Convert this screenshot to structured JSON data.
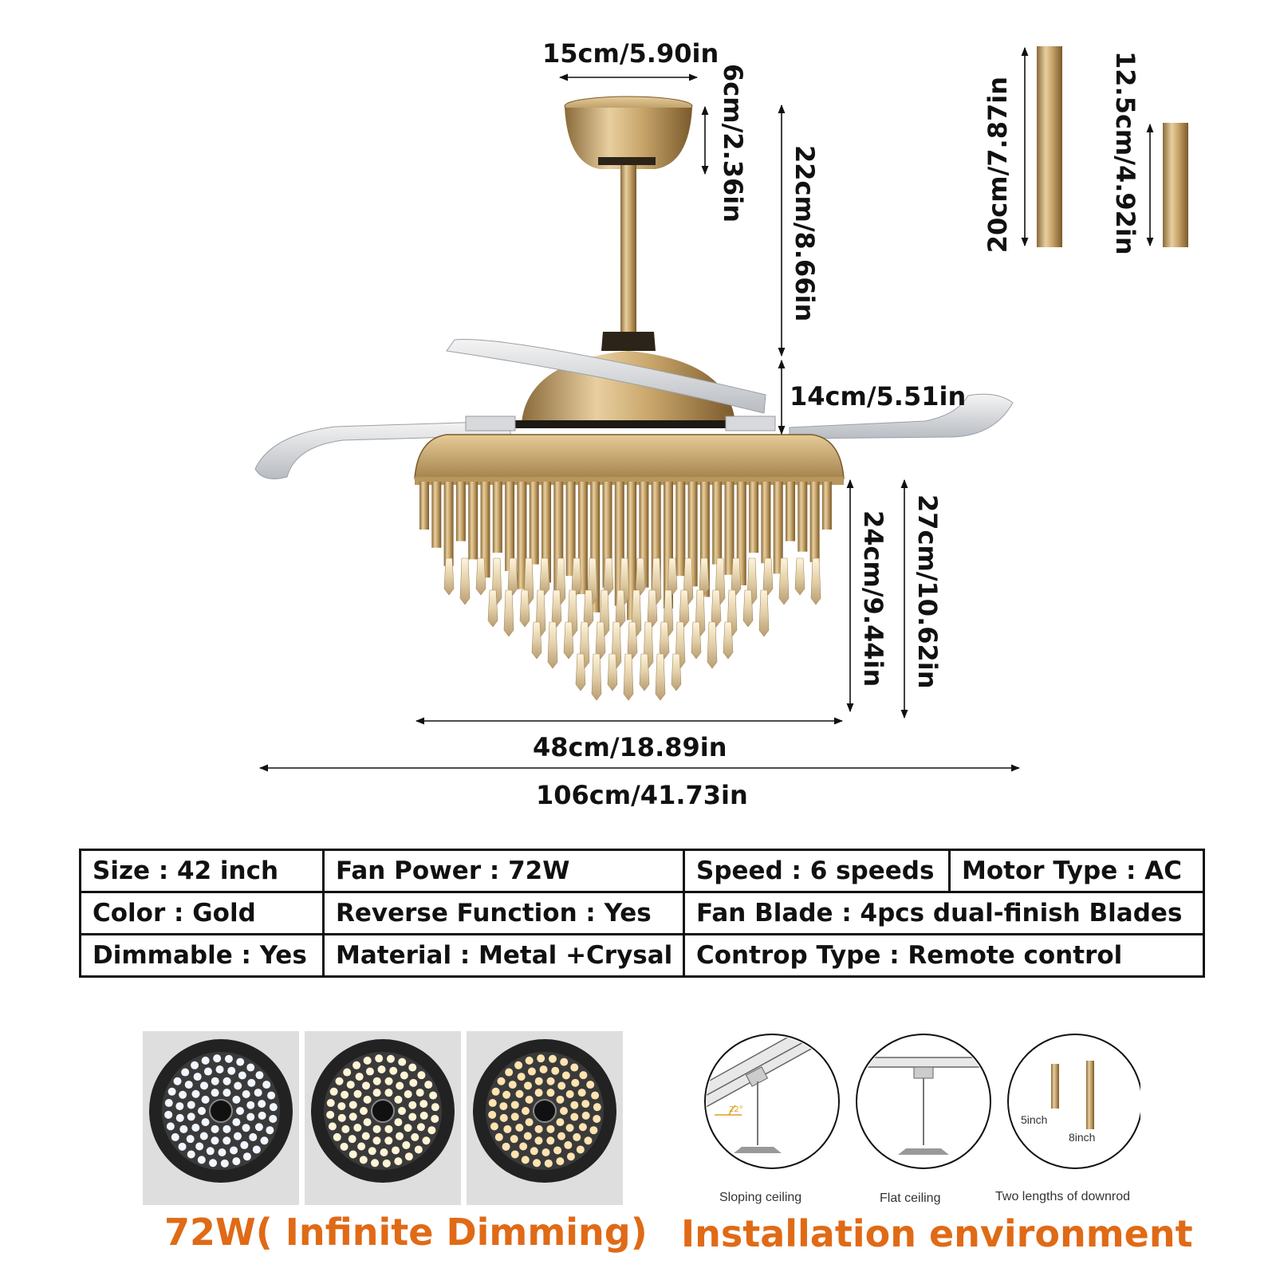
{
  "dimensions": {
    "canopy_width": "15cm/5.90in",
    "canopy_height": "6cm/2.36in",
    "downrod_length": "22cm/8.66in",
    "motor_height": "14cm/5.51in",
    "body_height": "24cm/9.44in",
    "total_light_height": "27cm/10.62in",
    "body_width": "48cm/18.89in",
    "span_width": "106cm/41.73in",
    "rod_long": "20cm/7.87in",
    "rod_short": "12.5cm/4.92in"
  },
  "specs": {
    "size": "Size : 42 inch",
    "fan_power": "Fan Power : 72W",
    "speed": "Speed : 6 speeds",
    "motor_type": "Motor Type : AC",
    "color": "Color : Gold",
    "reverse_function": "Reverse Function : Yes",
    "fan_blade": "Fan Blade : 4pcs dual-finish Blades",
    "dimmable": "Dimmable : Yes",
    "material": "Material : Metal +Crysal",
    "control_type": "Controp Type : Remote control"
  },
  "dimming": {
    "caption": "72W( Infinite Dimming)",
    "color_accent": "#e06a16"
  },
  "installation": {
    "caption": "Installation environment",
    "sloping_label": "Sloping ceiling",
    "sloping_angle": "22°",
    "flat_label": "Flat ceiling",
    "downrod_label": "Two lengths of downrod",
    "rod_5": "5inch",
    "rod_8": "8inch"
  },
  "colors": {
    "gold": "#c9a66b",
    "dark_gold": "#9a7a45",
    "accent": "#e06a16"
  }
}
